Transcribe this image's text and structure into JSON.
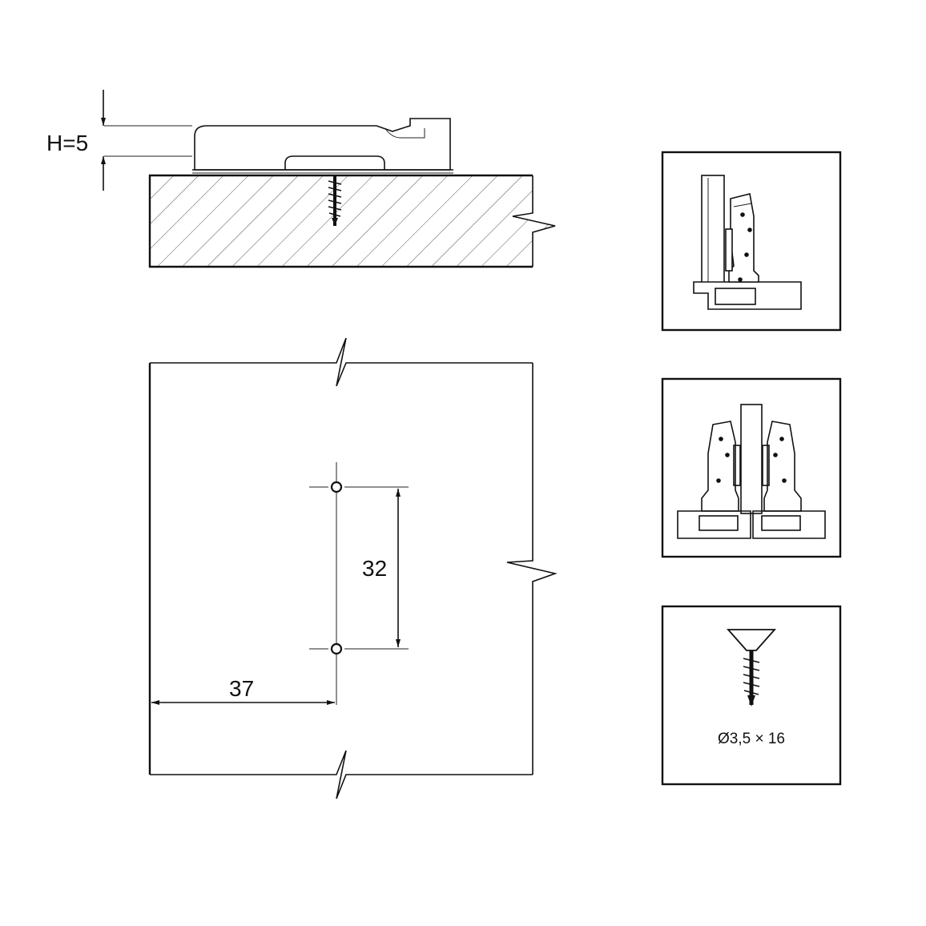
{
  "dimensions": {
    "height_label": "H=5",
    "hole_spacing": "32",
    "edge_distance": "37"
  },
  "screw": {
    "spec_label": "Ø3,5 × 16"
  },
  "colors": {
    "line": "#111111",
    "panel_fill": "#ffffff",
    "hatch": "#555555"
  }
}
